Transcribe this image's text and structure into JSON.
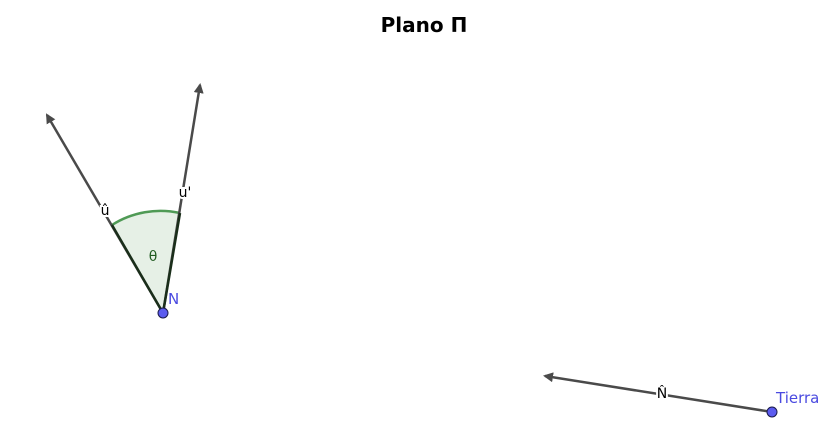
{
  "title": "Plano Π",
  "points": {
    "n": {
      "label": "N"
    },
    "tierra": {
      "label": "Tierra"
    }
  },
  "vectors": {
    "u_hat": {
      "label": "û"
    },
    "u_prime": {
      "label": "u'"
    },
    "n_hat": {
      "label": "N̂"
    }
  },
  "angle": {
    "label": "θ"
  },
  "colors": {
    "point_fill": "#5b5bef",
    "point_label": "#4a4ae0",
    "vector": "#4a4a4a",
    "angle_stroke": "#4f9a55",
    "angle_fill": "#e6f0e6",
    "angle_label": "#1f5a1f",
    "edge": "#1a2e1a"
  }
}
